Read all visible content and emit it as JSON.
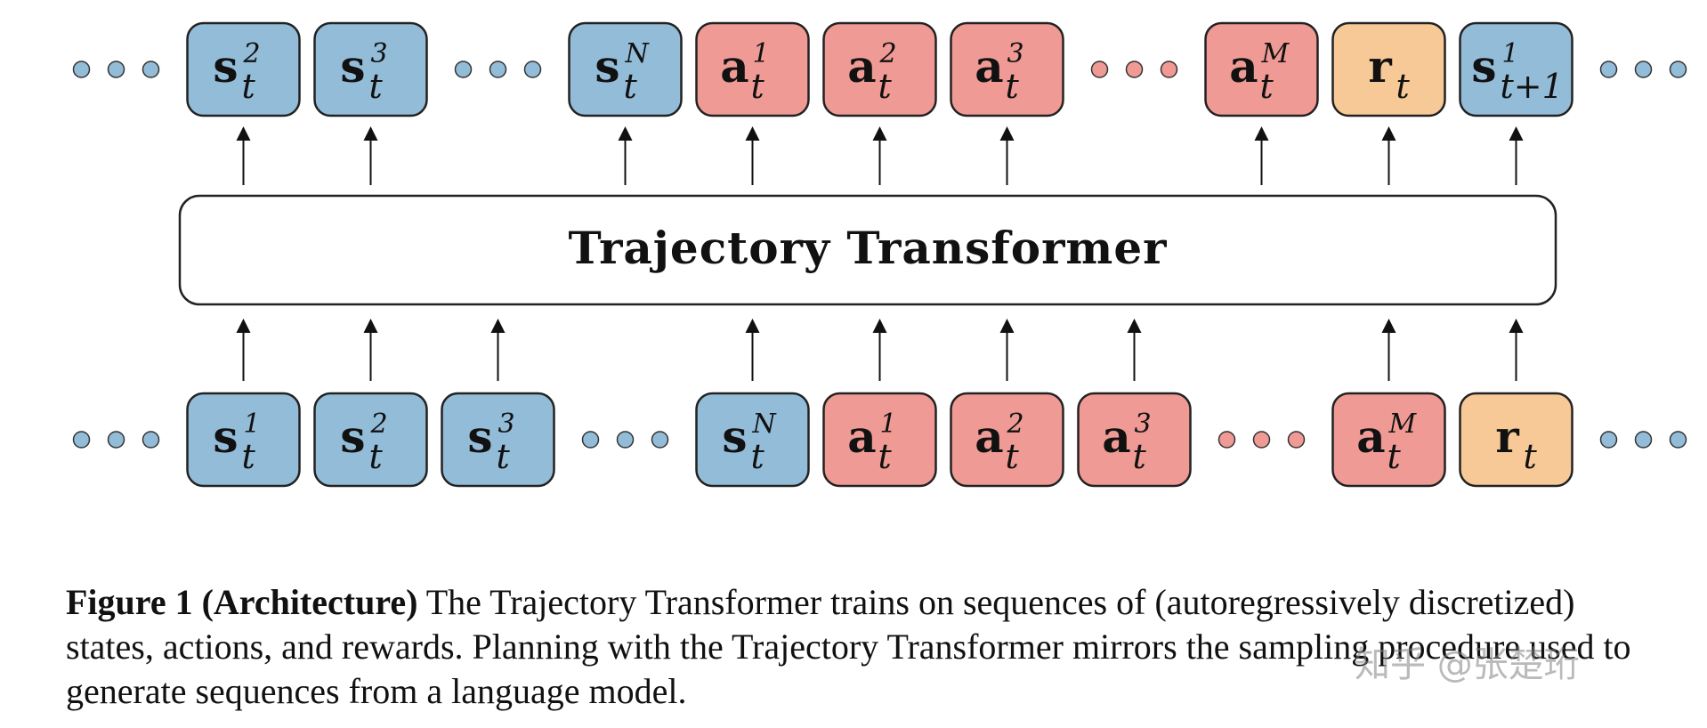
{
  "model_label": "Trajectory Transformer",
  "colors": {
    "state": "#93bcd8",
    "action": "#ef9a94",
    "reward": "#f6c996",
    "border": "#222222"
  },
  "top_row": [
    {
      "kind": "dots",
      "color": "state"
    },
    {
      "kind": "token",
      "type": "state",
      "base": "s",
      "sup": "2",
      "sub": "t",
      "arrow": true
    },
    {
      "kind": "token",
      "type": "state",
      "base": "s",
      "sup": "3",
      "sub": "t",
      "arrow": true
    },
    {
      "kind": "dots",
      "color": "state"
    },
    {
      "kind": "token",
      "type": "state",
      "base": "s",
      "sup": "N",
      "sub": "t",
      "arrow": true
    },
    {
      "kind": "token",
      "type": "action",
      "base": "a",
      "sup": "1",
      "sub": "t",
      "arrow": true
    },
    {
      "kind": "token",
      "type": "action",
      "base": "a",
      "sup": "2",
      "sub": "t",
      "arrow": true
    },
    {
      "kind": "token",
      "type": "action",
      "base": "a",
      "sup": "3",
      "sub": "t",
      "arrow": true
    },
    {
      "kind": "dots",
      "color": "action"
    },
    {
      "kind": "token",
      "type": "action",
      "base": "a",
      "sup": "M",
      "sub": "t",
      "arrow": true
    },
    {
      "kind": "token",
      "type": "reward",
      "base": "r",
      "sup": "",
      "sub": "t",
      "arrow": true
    },
    {
      "kind": "token",
      "type": "state",
      "base": "s",
      "sup": "1",
      "sub": "t+1",
      "arrow": true
    },
    {
      "kind": "dots",
      "color": "state"
    }
  ],
  "bottom_row": [
    {
      "kind": "dots",
      "color": "state"
    },
    {
      "kind": "token",
      "type": "state",
      "base": "s",
      "sup": "1",
      "sub": "t",
      "arrow": true
    },
    {
      "kind": "token",
      "type": "state",
      "base": "s",
      "sup": "2",
      "sub": "t",
      "arrow": true
    },
    {
      "kind": "token",
      "type": "state",
      "base": "s",
      "sup": "3",
      "sub": "t",
      "arrow": true
    },
    {
      "kind": "dots",
      "color": "state"
    },
    {
      "kind": "token",
      "type": "state",
      "base": "s",
      "sup": "N",
      "sub": "t",
      "arrow": true
    },
    {
      "kind": "token",
      "type": "action",
      "base": "a",
      "sup": "1",
      "sub": "t",
      "arrow": true
    },
    {
      "kind": "token",
      "type": "action",
      "base": "a",
      "sup": "2",
      "sub": "t",
      "arrow": true
    },
    {
      "kind": "token",
      "type": "action",
      "base": "a",
      "sup": "3",
      "sub": "t",
      "arrow": true
    },
    {
      "kind": "dots",
      "color": "action"
    },
    {
      "kind": "token",
      "type": "action",
      "base": "a",
      "sup": "M",
      "sub": "t",
      "arrow": true
    },
    {
      "kind": "token",
      "type": "reward",
      "base": "r",
      "sup": "",
      "sub": "t",
      "arrow": true
    },
    {
      "kind": "dots",
      "color": "state"
    }
  ],
  "caption": {
    "heading": "Figure 1 (Architecture)",
    "body": " The Trajectory Transformer trains on sequences of (autoregressively discretized) states, actions, and rewards. Planning with the Trajectory Transformer mirrors the sampling procedure used to generate sequences from a language model."
  },
  "watermark": "知乎 @张楚珩"
}
